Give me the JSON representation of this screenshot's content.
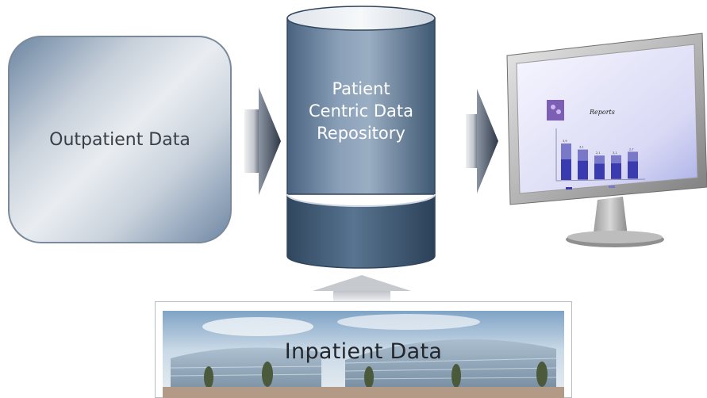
{
  "nodes": {
    "outpatient": {
      "label": "Outpatient Data"
    },
    "repository": {
      "lines": [
        "Patient",
        "Centric Data",
        "Repository"
      ]
    },
    "inpatient": {
      "label": "Inpatient Data"
    },
    "reports_screen": {
      "title": "Reports",
      "bar_labels": [
        "3,9",
        "3,1",
        "2,1",
        "3,1",
        "2,7"
      ]
    }
  },
  "colors": {
    "steel_blue": "#4a6786",
    "arrow_gray": "#c9ccd1",
    "arrow_dark": "#3e4654"
  }
}
